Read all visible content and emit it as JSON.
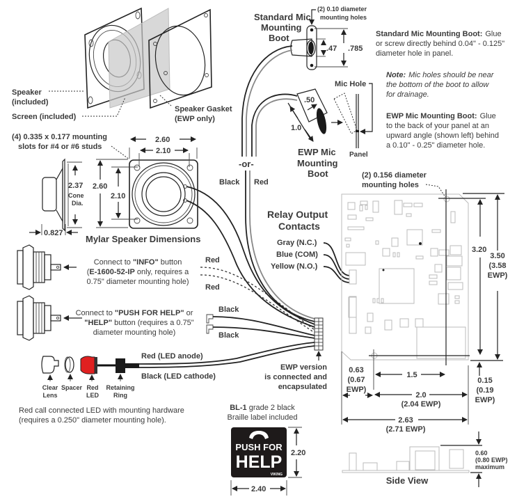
{
  "speaker_exploded": {
    "speaker_label_1": "Speaker",
    "speaker_label_2": "(included)",
    "screen_label": "Screen (included)",
    "gasket_label_1": "Speaker Gasket",
    "gasket_label_2": "(EWP only)"
  },
  "speaker_dims": {
    "slots_note_1": "(4) 0.335 x 0.177 mounting",
    "slots_note_2": "slots for #4 or #6 studs",
    "outer_width": "2.60",
    "inner_width": "2.10",
    "outer_height": "2.60",
    "inner_height": "2.10",
    "cone_dia_value": "2.37",
    "cone_dia_label_1": "Cone",
    "cone_dia_label_2": "Dia.",
    "depth": "0.827",
    "title": "Mylar Speaker Dimensions"
  },
  "std_mic": {
    "title_1": "Standard Mic",
    "title_2": "Mounting",
    "title_3": "Boot",
    "holes_note_1": "(2) 0.10 diameter",
    "holes_note_2": "mounting holes",
    "dim_small": ".47",
    "dim_large": ".785",
    "desc_title": "Standard Mic Mounting Boot:",
    "desc_1": "Glue",
    "desc_2": "or screw directly behind 0.04\" - 0.125\"",
    "desc_3": "diameter hole in panel."
  },
  "note": {
    "title": "Note:",
    "line_1": "Mic holes should be near",
    "line_2": "the bottom of the boot to allow",
    "line_3": "for drainage."
  },
  "ewp_mic": {
    "title_1": "EWP Mic",
    "title_2": "Mounting",
    "title_3": "Boot",
    "dim_width": ".50",
    "dim_length": "1.0",
    "mic_hole_label": "Mic Hole",
    "panel_label": "Panel",
    "desc_title": "EWP Mic Mounting Boot:",
    "desc_1": "Glue",
    "desc_2": "to the back of your panel at an",
    "desc_3": "upward angle (shown left) behind",
    "desc_4": "a 0.10\" - 0.25\" diameter hole."
  },
  "wiring": {
    "or_label": "-or-",
    "mic_black": "Black",
    "mic_red": "Red",
    "relay_title_1": "Relay Output",
    "relay_title_2": "Contacts",
    "relay_gray": "Gray (N.C.)",
    "relay_blue": "Blue (COM)",
    "relay_yellow": "Yellow (N.O.)",
    "info_red_1": "Red",
    "info_red_2": "Red",
    "help_black_1": "Black",
    "help_black_2": "Black",
    "ewp_note_1": "EWP version",
    "ewp_note_2": "is connected and",
    "ewp_note_3": "encapsulated"
  },
  "info_button": {
    "line_1_pre": "Connect to ",
    "line_1_bold": "\"INFO\"",
    "line_1_post": " button",
    "line_2_pre": "(",
    "line_2_bold": "E-1600-52-IP",
    "line_2_post": " only, requires a",
    "line_3": "0.75\" diameter mounting hole)"
  },
  "help_button": {
    "line_1_pre": "Connect to ",
    "line_1_bold": "\"PUSH FOR HELP\"",
    "line_1_post": " or",
    "line_2_bold": "\"HELP\"",
    "line_2_post": " button (requires a 0.75\"",
    "line_3": "diameter mounting hole)"
  },
  "led": {
    "anode_label": "Red (LED anode)",
    "cathode_label": "Black (LED cathode)",
    "parts": [
      {
        "l1": "Clear",
        "l2": "Lens"
      },
      {
        "l1": "Spacer",
        "l2": ""
      },
      {
        "l1": "Red",
        "l2": "LED"
      },
      {
        "l1": "Retaining",
        "l2": "Ring"
      }
    ],
    "desc_1": "Red call connected LED with mounting hardware",
    "desc_2": "(requires a 0.250\" diameter mounting hole).",
    "led_color": "#e02020"
  },
  "braille": {
    "caption_bold": "BL-1",
    "caption_1_rest": " grade 2 black",
    "caption_2": "Braille label included",
    "label_line_1": "PUSH FOR",
    "label_line_2": "HELP",
    "brand": "VIKING",
    "height": "2.20",
    "width": "2.40"
  },
  "board": {
    "holes_note_1": "(2) 0.156 diameter",
    "holes_note_2": "mounting holes",
    "hole_span_v": "3.20",
    "height_1": "3.50",
    "height_2": "(3.58",
    "height_3": "EWP)",
    "left_offset_1": "0.63",
    "left_offset_2": "(0.67",
    "left_offset_3": "EWP)",
    "hole_span_h": "1.5",
    "width_inner_1": "2.0",
    "width_inner_2": "(2.04 EWP)",
    "width_total_1": "2.63",
    "width_total_2": "(2.71 EWP)",
    "bottom_offset_1": "0.15",
    "bottom_offset_2": "(0.19",
    "bottom_offset_3": "EWP)",
    "side_view_label": "Side View",
    "side_height_1": "0.60",
    "side_height_2": "(0.80 EWP)",
    "side_height_3": "maximum"
  }
}
